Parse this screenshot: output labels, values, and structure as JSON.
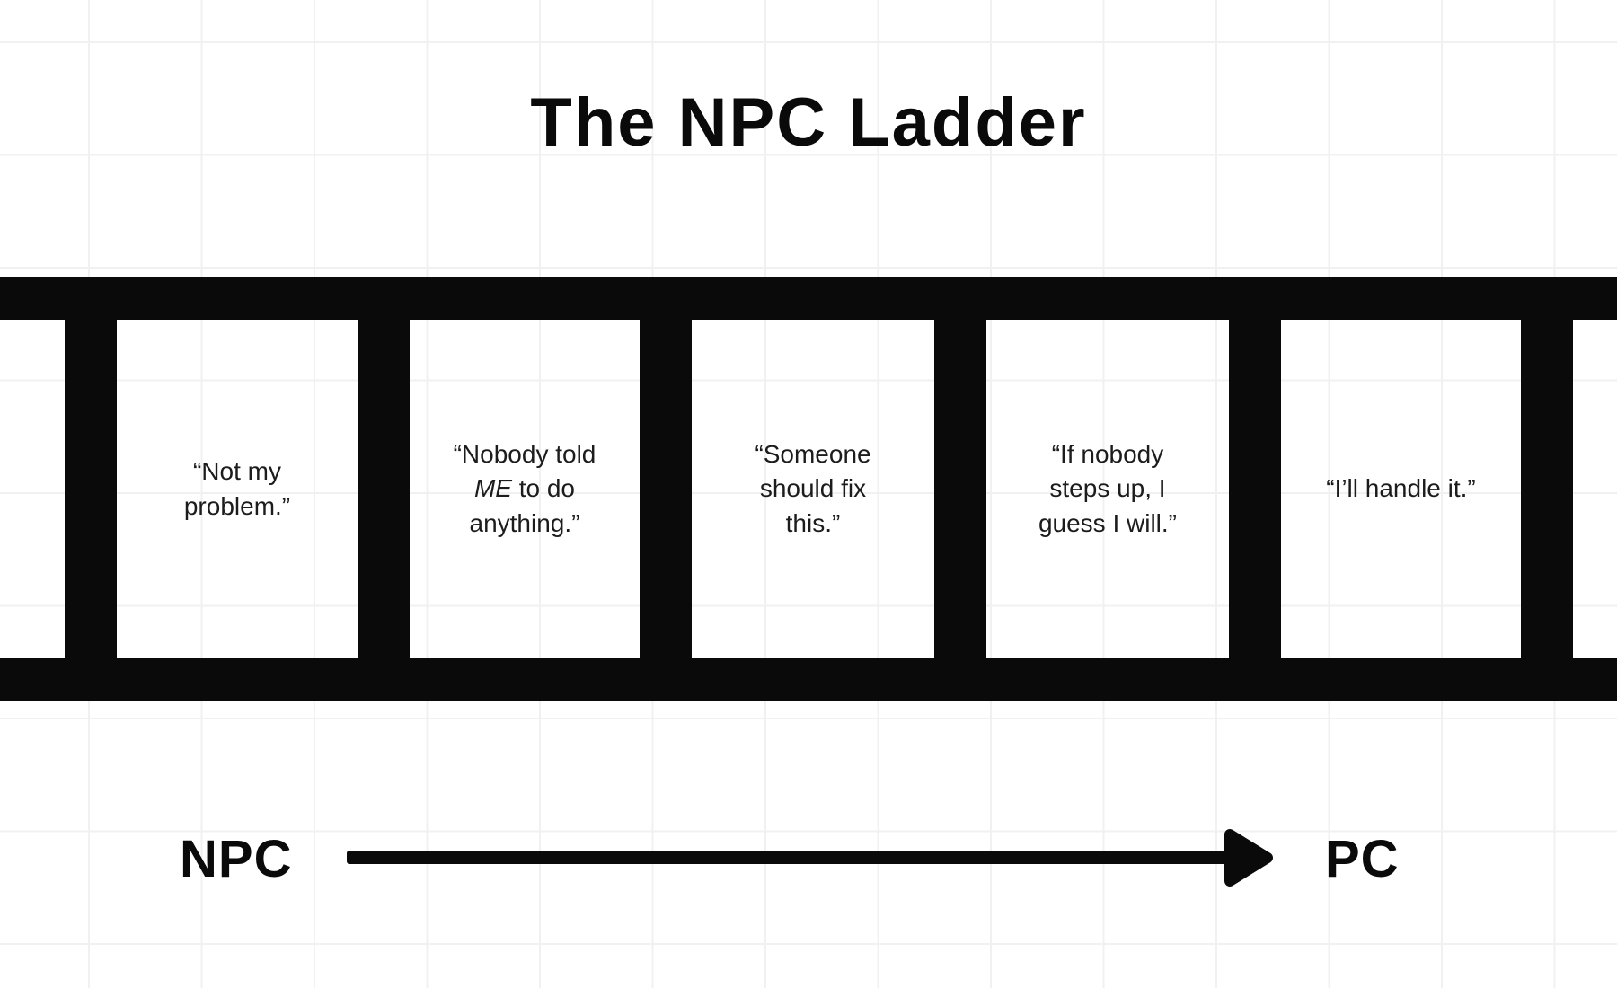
{
  "title": "The NPC Ladder",
  "ladder": {
    "steps": [
      {
        "text": "“Not my\nproblem.”"
      },
      {
        "pre": "“Nobody told\n",
        "em": "ME",
        "post": " to do\nanything.”"
      },
      {
        "text": "“Someone\nshould fix\nthis.”"
      },
      {
        "text": "“If nobody\nsteps up, I\nguess I will.”"
      },
      {
        "text": "“I’ll handle it.”"
      }
    ]
  },
  "axis": {
    "start_label": "NPC",
    "end_label": "PC"
  },
  "colors": {
    "ink": "#0a0a0a",
    "text": "#1c1c1c",
    "grid": "#f1f1f1",
    "background": "#ffffff"
  }
}
